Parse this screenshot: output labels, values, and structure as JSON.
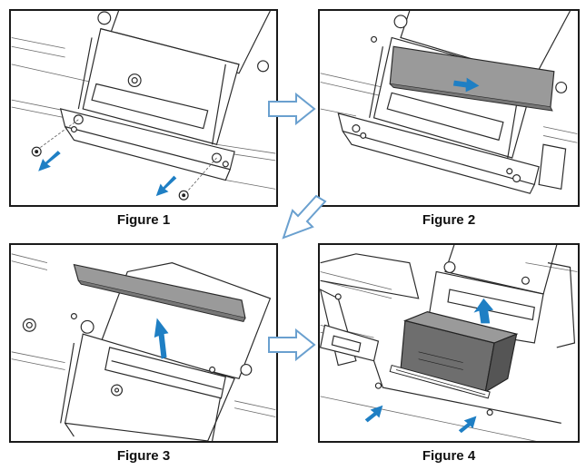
{
  "figures": [
    {
      "caption": "Figure 1"
    },
    {
      "caption": "Figure 2"
    },
    {
      "caption": "Figure 3"
    },
    {
      "caption": "Figure 4"
    }
  ],
  "colors": {
    "action_arrow": "#1f7fc4",
    "flow_arrow_stroke": "#6aa0cf",
    "panel_border": "#1a1a1a",
    "cover_plate": "#9a9a9a"
  },
  "icons": {
    "action_arrow": "blue-arrow-icon",
    "flow_arrow": "outline-arrow-icon",
    "screw": "screw-icon"
  }
}
